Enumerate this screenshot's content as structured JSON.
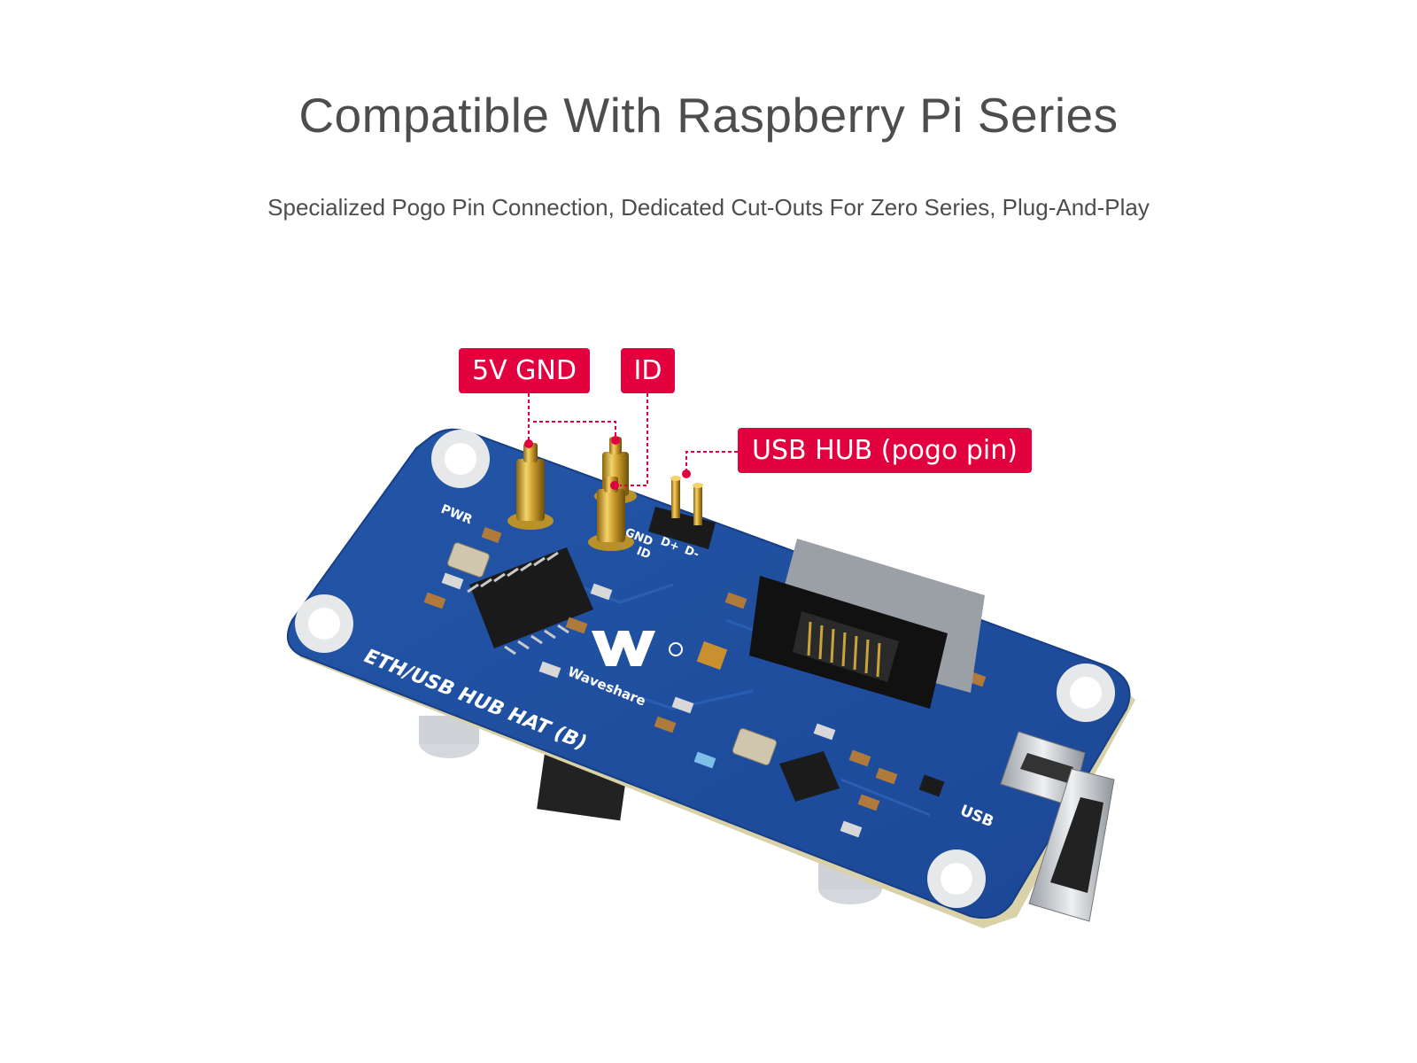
{
  "header": {
    "title": "Compatible With Raspberry Pi Series",
    "subtitle": "Specialized Pogo Pin Connection, Dedicated Cut-Outs For Zero Series, Plug-And-Play"
  },
  "callouts": {
    "power": "5V GND",
    "id": "ID",
    "usb_hub": "USB HUB (pogo pin)"
  },
  "board": {
    "name": "ETH/USB HUB HAT (B)",
    "brand": "Waveshare",
    "silk": {
      "pwr": "PWR",
      "usb": "USB",
      "gnd": "GND",
      "id": "ID",
      "dplus": "D+",
      "dminus": "D-"
    }
  },
  "colors": {
    "callout": "#e3003e",
    "pcb": "#1f4fa0",
    "text": "#4d4d4d"
  }
}
